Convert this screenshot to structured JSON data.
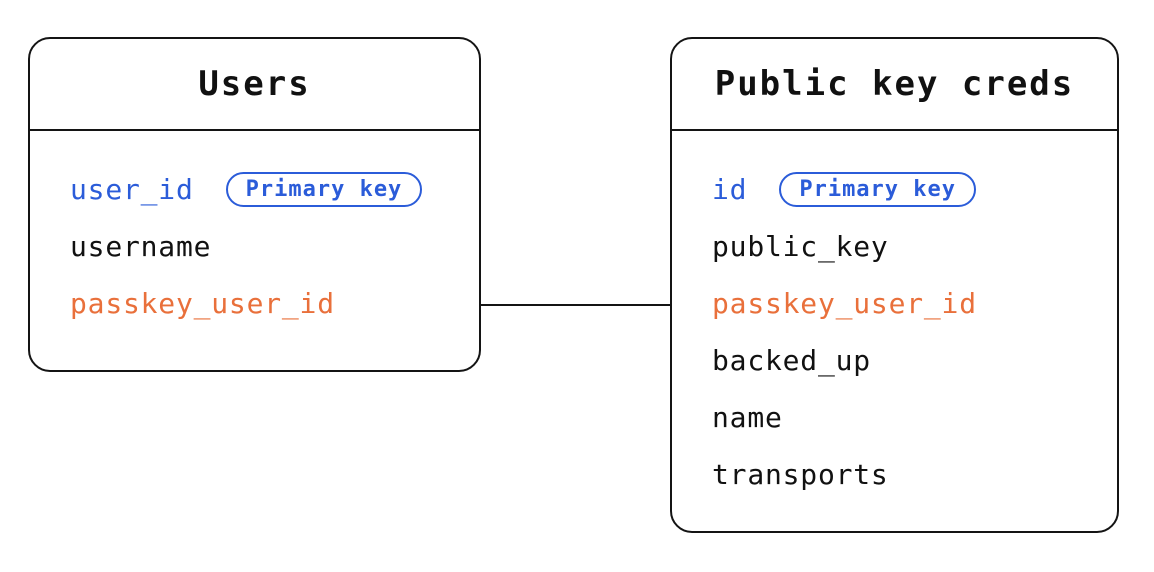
{
  "diagram": {
    "type": "entity-relationship",
    "tables": [
      {
        "title": "Users",
        "fields": [
          {
            "name": "user_id",
            "role": "primary-key",
            "badge": "Primary key"
          },
          {
            "name": "username",
            "role": "attribute"
          },
          {
            "name": "passkey_user_id",
            "role": "foreign-key"
          }
        ]
      },
      {
        "title": "Public key creds",
        "fields": [
          {
            "name": "id",
            "role": "primary-key",
            "badge": "Primary key"
          },
          {
            "name": "public_key",
            "role": "attribute"
          },
          {
            "name": "passkey_user_id",
            "role": "foreign-key"
          },
          {
            "name": "backed_up",
            "role": "attribute"
          },
          {
            "name": "name",
            "role": "attribute"
          },
          {
            "name": "transports",
            "role": "attribute"
          }
        ]
      }
    ],
    "relationship": {
      "from": "Users.passkey_user_id",
      "to": "Public key creds.passkey_user_id"
    }
  },
  "colors": {
    "field_primary": "#2b5cd9",
    "field_foreign": "#e9703b",
    "line": "#141414",
    "text": "#111111",
    "bg": "#ffffff"
  }
}
